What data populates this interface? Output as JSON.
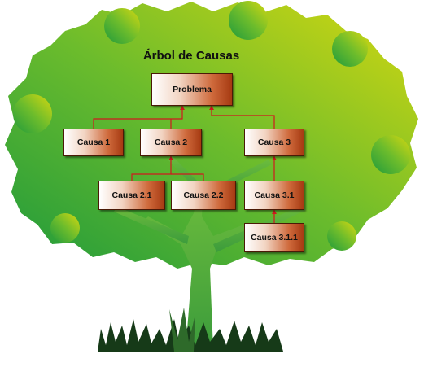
{
  "title": "Árbol de Causas",
  "nodes": {
    "problema": "Problema",
    "causa_1": "Causa 1",
    "causa_2": "Causa 2",
    "causa_3": "Causa 3",
    "causa_2_1": "Causa 2.1",
    "causa_2_2": "Causa 2.2",
    "causa_3_1": "Causa 3.1",
    "causa_3_1_1": "Causa 3.1.1"
  },
  "colors": {
    "connector": "#d0181e",
    "box_border": "#4a1a06",
    "box_dark": "#a63a12",
    "foliage_dark": "#1f9a3c",
    "foliage_light": "#d6d810",
    "trunk": "#58ac3a"
  }
}
